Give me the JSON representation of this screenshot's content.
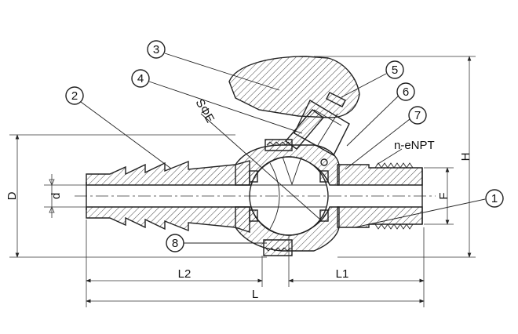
{
  "callouts": [
    "1",
    "2",
    "3",
    "4",
    "5",
    "6",
    "7",
    "8"
  ],
  "labels": {
    "thread": "n-eNPT",
    "seat": "SΦE",
    "D": "D",
    "d": "d",
    "F": "F",
    "H": "H",
    "L": "L",
    "L1": "L1",
    "L2": "L2"
  }
}
